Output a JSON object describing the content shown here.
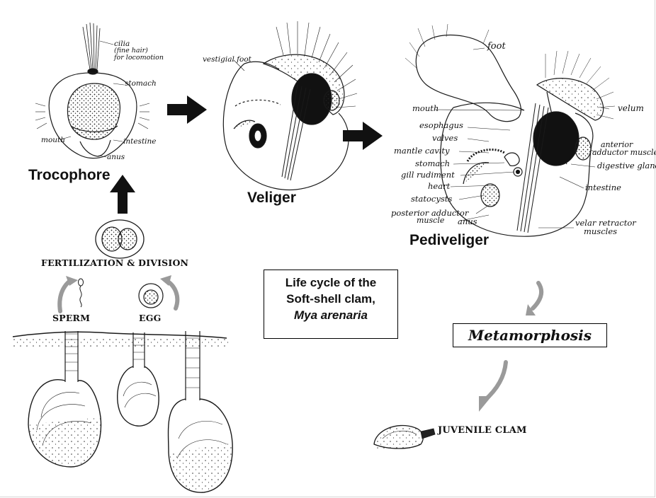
{
  "stages": {
    "trocophore": "Trocophore",
    "veliger": "Veliger",
    "pediveliger": "Pediveliger"
  },
  "process": {
    "fertilization": "FERTILIZATION & DIVISION",
    "sperm": "SPERM",
    "egg": "EGG",
    "metamorphosis": "Metamorphosis",
    "juvenile": "JUVENILE CLAM"
  },
  "title": {
    "line1": "Life cycle of the",
    "line2": "Soft-shell clam,",
    "species": "Mya arenaria"
  },
  "trocophore_parts": {
    "cilia": "cilia",
    "cilia_note1": "(fine hair)",
    "cilia_note2": "for locomotion",
    "stomach": "stomach",
    "mouth": "mouth",
    "intestine": "intestine",
    "anus": "anus"
  },
  "veliger_parts": {
    "vestigial_foot": "vestigial foot"
  },
  "pediveliger_parts": {
    "foot": "foot",
    "mouth": "mouth",
    "esophagus": "esophagus",
    "valves": "valves",
    "mantle_cavity": "mantle cavity",
    "stomach": "stomach",
    "gill_rudiment": "gill rudiment",
    "heart": "heart",
    "statocysts": "statocysts",
    "posterior_adductor_1": "posterior adductor",
    "posterior_adductor_2": "muscle",
    "anus": "anus",
    "velum": "velum",
    "anterior_adductor_1": "anterior",
    "anterior_adductor_2": "adductor muscle",
    "digestive_gland": "digestive gland",
    "intestine": "intestine",
    "velar_retractor_1": "velar retractor",
    "velar_retractor_2": "muscles"
  },
  "colors": {
    "arrow_black": "#111111",
    "arrow_gray": "#9a9a9a",
    "ink": "#1a1a1a",
    "sand": "#777777"
  }
}
